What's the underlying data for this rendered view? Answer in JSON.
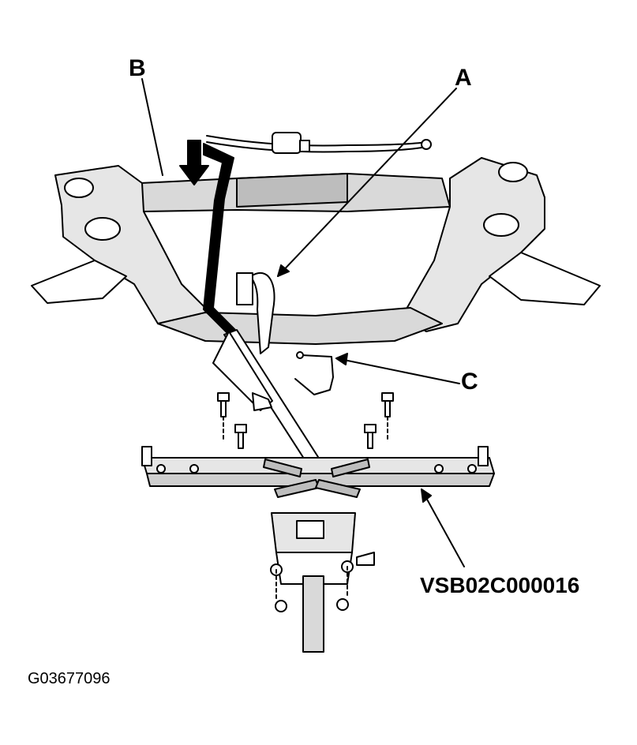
{
  "callouts": {
    "a": "A",
    "b": "B",
    "c": "C",
    "tool": "VSB02C000016"
  },
  "figure_id": "G03677096",
  "colors": {
    "ink": "#000000",
    "paper": "#ffffff",
    "shade": "#d9d9d9"
  }
}
